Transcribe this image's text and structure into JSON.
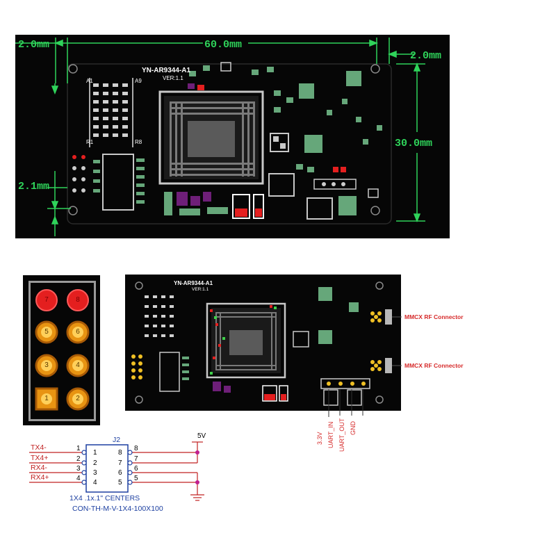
{
  "top_board": {
    "title": "YN-AR9344-A1",
    "version": "VER:1.1",
    "header_labels": {
      "a1": "A1",
      "a9": "A9",
      "r1": "R1",
      "r8": "R8"
    },
    "dims": {
      "left_margin": "2.0mm",
      "width": "60.0mm",
      "right_margin": "2.0mm",
      "height": "30.0mm",
      "bottom_margin": "2.1mm"
    }
  },
  "pin_header": {
    "pins": [
      {
        "label": "7",
        "color": "#e41f1f"
      },
      {
        "label": "8",
        "color": "#e41f1f"
      },
      {
        "label": "5",
        "color": "#e89412"
      },
      {
        "label": "6",
        "color": "#e89412"
      },
      {
        "label": "3",
        "color": "#e89412"
      },
      {
        "label": "4",
        "color": "#e89412"
      },
      {
        "label": "1",
        "color": "#e89412"
      },
      {
        "label": "2",
        "color": "#e89412"
      }
    ]
  },
  "bottom_board": {
    "title": "YN-AR9344-A1",
    "version": "VER:1.1",
    "rf_connectors": [
      "MMCX RF Connector",
      "MMCX RF Connector"
    ],
    "uart_pins": [
      "3.3V",
      "UART_IN",
      "UART_OUT",
      "GND"
    ]
  },
  "schematic": {
    "ref": "J2",
    "power": "5V",
    "left_nets": [
      "TX4-",
      "TX4+",
      "RX4-",
      "RX4+"
    ],
    "left_pins_outer": [
      "1",
      "2",
      "3",
      "4"
    ],
    "left_pins_inner": [
      "1",
      "2",
      "3",
      "4"
    ],
    "right_pins_inner": [
      "8",
      "7",
      "6",
      "5"
    ],
    "right_pins_outer": [
      "8",
      "7",
      "6",
      "5"
    ],
    "caption_line1": "1X4 .1x.1\" CENTERS",
    "caption_line2": "CON-TH-M-V-1X4-100X100"
  },
  "colors": {
    "board": "#060606",
    "dim_green": "#2fd35a",
    "pad_silver": "#cfcfcf",
    "pad_green": "#66a77a",
    "accent_red": "#e41f1f"
  }
}
